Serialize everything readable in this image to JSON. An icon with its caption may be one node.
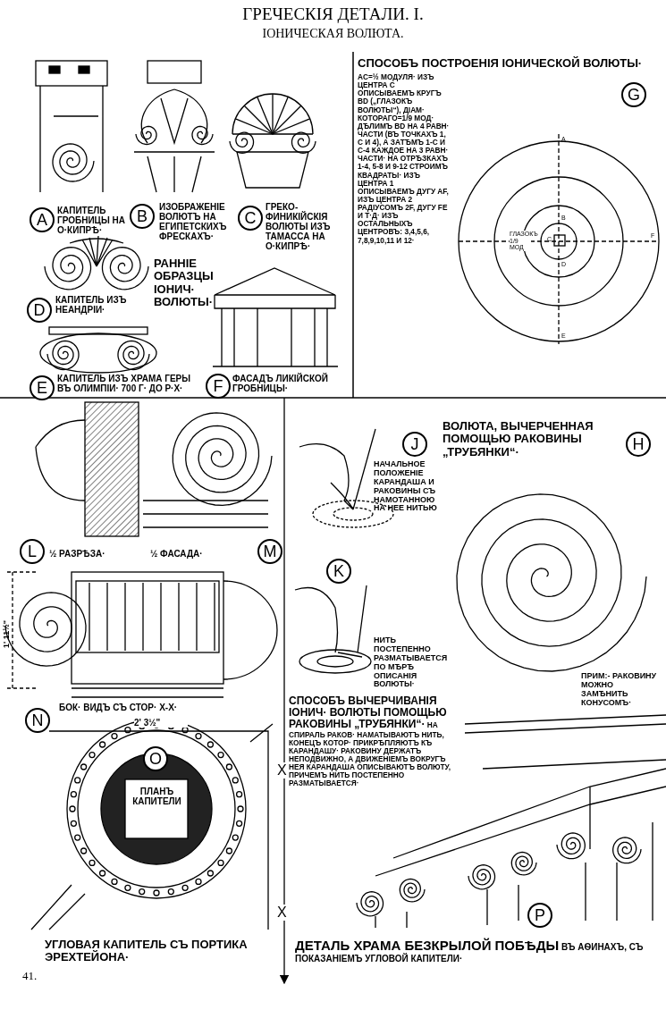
{
  "diagram": {
    "title": "ГРЕЧЕСКІЯ ДЕТАЛИ. I.",
    "labels": [
      "ІОНИЧЕСКАЯ ВОЛЮТА.",
      "A",
      "КАПИТЕЛЬ ГРОБНИЦЫ НА О·КИПРѢ·",
      "B",
      "ИЗОБРАЖЕНІЕ ВОЛЮТЪ НА ЕГИПЕТСКИХЪ ФРЕСКАХЪ·",
      "C",
      "ГРЕКО-ФИНИКІЙСКІЯ ВОЛЮТЫ ИЗЪ ТАМАССА НА О·КИПРѢ·",
      "СПОСОБЪ ПОСТРОЕНІЯ ІОНИЧЕСКОЙ ВОЛЮТЫ·",
      "AC=½ МОДУЛЯ· ИЗЪ ЦЕНТРА С ОПИСЫВАЕМЪ КРУГЪ BD („ГЛАЗОКЪ ВОЛЮТЫ“), ДІАМ· КОТОРАГО=1/9 МОД· ДѢЛИМЪ BD НА 4 РАВН· ЧАСТИ (ВЪ ТОЧКАХЪ 1, С И 4), А ЗАТѢМЪ 1-С И С-4 КАЖДОЕ НА 3 РАВН· ЧАСТИ· НА ОТРѢЗКАХЪ 1-4, 5-8 И 9-12 СТРОИМЪ КВАДРАТЫ· ИЗЪ ЦЕНТРА 1 ОПИСЫВАЕМЪ ДУГУ AF, ИЗЪ ЦЕНТРА 2 РАДІУСОМЪ 2F, ДУГУ FE И Т·Д· ИЗЪ ОСТАЛЬНЫХЪ ЦЕНТРОВЪ: 3,4,5,6, 7,8,9,10,11 И 12·",
      "G",
      "ГЛАЗОКЪ 1/9 МОД",
      "A",
      "B",
      "C",
      "D",
      "E",
      "F",
      "D",
      "КАПИТЕЛЬ ИЗЪ НЕАНДРІИ·",
      "РАННІЕ ОБРАЗЦЫ ІОНИЧ· ВОЛЮТЫ·",
      "E",
      "КАПИТЕЛЬ ИЗЪ ХРАМА ГЕРЫ ВЪ ОЛИМПІИ· 700 Г· ДО Р·Х·",
      "F",
      "ФАСАДЪ ЛИКІЙСКОЙ ГРОБНИЦЫ·",
      "L",
      "½ РАЗРѢЗА·",
      "½ ФАСАДА·",
      "M",
      "1' 11½\"",
      "N",
      "БОК· ВИДЪ СЪ СТОР· Х-Х·",
      "2' 3½\"",
      "O",
      "ПЛАНЪ КАПИТЕЛИ",
      "X",
      "X",
      "УГЛОВАЯ КАПИТЕЛЬ СЪ ПОРТИКА ЭРЕХТЕЙОНА·",
      "J",
      "ВОЛЮТА, ВЫЧЕРЧЕННАЯ ПОМОЩЬЮ РАКОВИНЫ „ТРУБЯНКИ“·",
      "H",
      "НАЧАЛЬНОЕ ПОЛОЖЕНІЕ КАРАНДАША И РАКОВИНЫ СЪ НАМОТАННОЮ НА НЕЕ НИТЬЮ",
      "K",
      "НИТЬ ПОСТЕПЕННО РАЗМАТЫВАЕТСЯ ПО МѢРѢ ОПИСАНІЯ ВОЛЮТЫ·",
      "ПРИМ:- РАКОВИНУ МОЖНО ЗАМѢНИТЬ КОНУСОМЪ·",
      "**СПОСОБЪ ВЫЧЕРЧИВАНІЯ ІОНИЧ· ВОЛЮТЫ ПОМОЩЬЮ РАКОВИНЫ „ТРУБЯНКИ“·** НА СПИРАЛЬ РАКОВ· НАМАТЫВАЮТЪ НИТЬ, КОНЕЦЪ КОТОР· ПРИКРѢПЛЯЮТЪ КЪ КАРАНДАШУ· РАКОВИНУ ДЕРЖАТЪ НЕПОДВИЖНО, А ДВИЖЕНІЕМЪ ВОКРУГЪ НЕЯ КАРАНДАША ОПИСЫВАЮТЪ ВОЛЮТУ, ПРИЧЕМЪ НИТЬ ПОСТЕПЕННО РАЗМАТЫВАЕТСЯ·",
      "P",
      "**ДЕТАЛЬ ХРАМА БЕЗКРЫЛОЙ ПОБѢДЫ** ВЪ АѲИНАХЪ, СЪ ПОКАЗАНІЕМЪ УГЛОВОЙ КАПИТЕЛИ·",
      "41."
    ]
  }
}
